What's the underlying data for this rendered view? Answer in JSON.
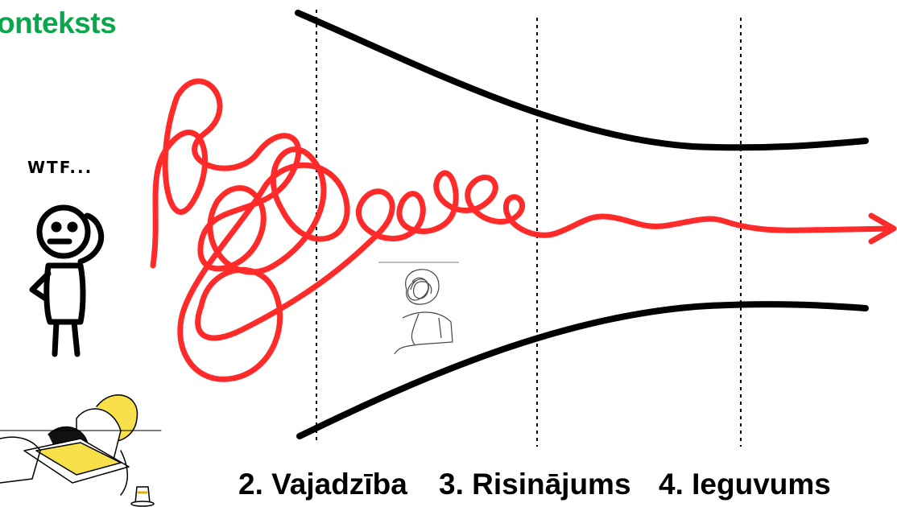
{
  "title": "onteksts",
  "speech": "WTF...",
  "stages": [
    "2. Vajadzība",
    "3. Risinājums",
    "4. Ieguvums"
  ],
  "colors": {
    "title": "#0aa64b",
    "scribble": "#ff2a2a",
    "funnel": "#000000",
    "laptop": "#f7e04a"
  }
}
